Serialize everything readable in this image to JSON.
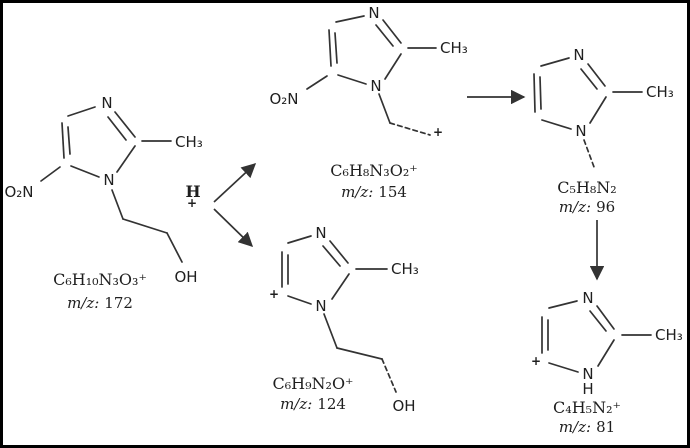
{
  "colors": {
    "background": "#ffffff",
    "border": "#000000",
    "bond": "#333333",
    "text": "#1f1f1f"
  },
  "hub": {
    "proton": "H",
    "charge": "+"
  },
  "molecules": {
    "m172": {
      "formula": "C₆H₁₀N₃O₃⁺",
      "mz_prefix": "m/z:",
      "mz_value": "172",
      "n_top": "N",
      "n_ring": "N",
      "methyl": "CH₃",
      "nitro": "O₂N",
      "hydroxyl": "OH"
    },
    "m154": {
      "formula": "C₆H₈N₃O₂⁺",
      "mz_prefix": "m/z:",
      "mz_value": "154",
      "n_top": "N",
      "n_ring": "N",
      "methyl": "CH₃",
      "nitro": "O₂N",
      "chain_charge": "+"
    },
    "m96": {
      "formula": "C₅H₈N₂",
      "mz_prefix": "m/z:",
      "mz_value": "96",
      "n_top": "N",
      "n_ring": "N",
      "methyl": "CH₃"
    },
    "m124": {
      "formula": "C₆H₉N₂O⁺",
      "mz_prefix": "m/z:",
      "mz_value": "124",
      "n_top": "N",
      "n_ring": "N",
      "methyl": "CH₃",
      "hydroxyl": "OH",
      "ring_charge": "+"
    },
    "m81": {
      "formula": "C₄H₅N₂⁺",
      "mz_prefix": "m/z:",
      "mz_value": "81",
      "n_top": "N",
      "n_ring": "N",
      "nh_hydrogen": "H",
      "methyl": "CH₃",
      "ring_charge": "+"
    }
  }
}
